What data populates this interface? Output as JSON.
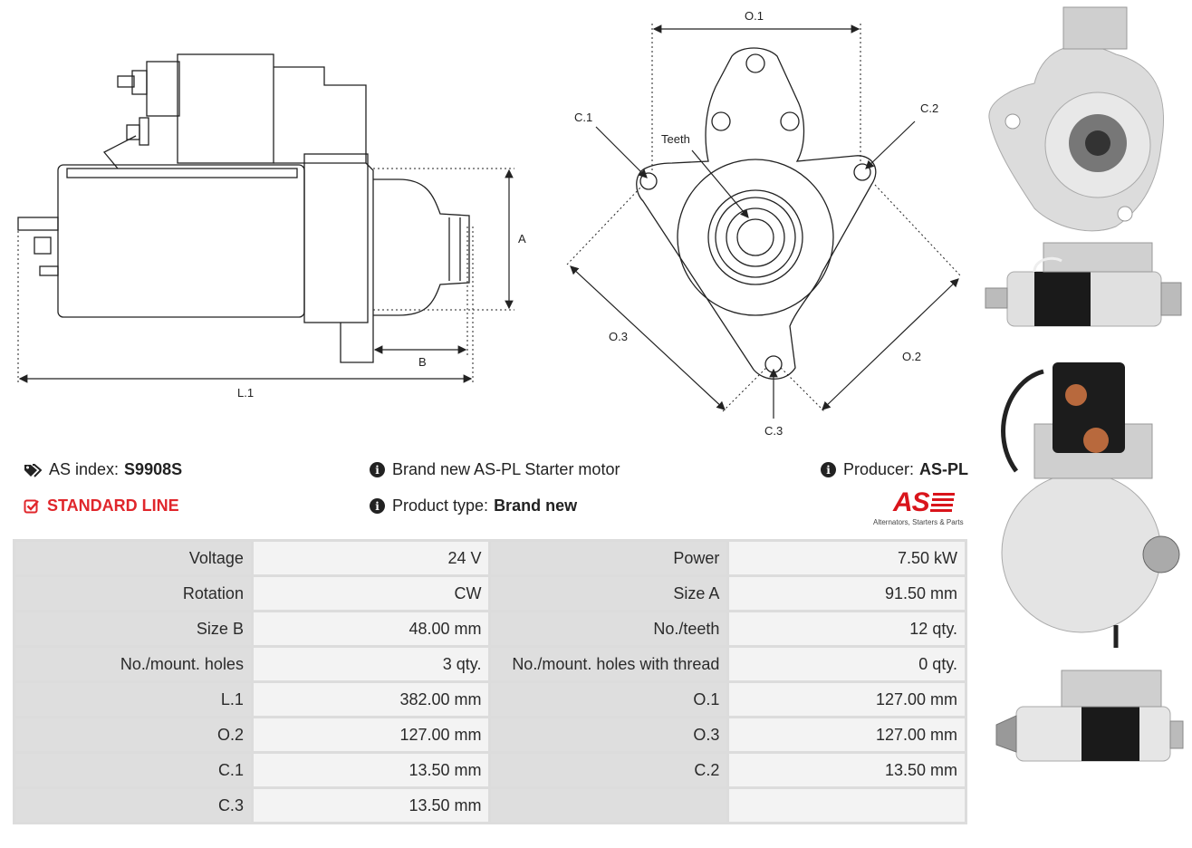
{
  "diagram": {
    "labels": {
      "l1": "L.1",
      "a": "A",
      "b": "B",
      "o1": "O.1",
      "o2": "O.2",
      "o3": "O.3",
      "c1": "C.1",
      "c2": "C.2",
      "c3": "C.3",
      "teeth": "Teeth"
    }
  },
  "info": {
    "as_index_label": "AS index:",
    "as_index_value": "S9908S",
    "description": "Brand new AS-PL Starter motor",
    "producer_label": "Producer:",
    "producer_value": "AS-PL",
    "line": "STANDARD LINE",
    "product_type_label": "Product type:",
    "product_type_value": "Brand new"
  },
  "logo": {
    "mark": "AS",
    "tagline": "Alternators, Starters & Parts"
  },
  "specs": [
    [
      "Voltage",
      "24 V",
      "Power",
      "7.50 kW"
    ],
    [
      "Rotation",
      "CW",
      "Size A",
      "91.50 mm"
    ],
    [
      "Size B",
      "48.00 mm",
      "No./teeth",
      "12 qty."
    ],
    [
      "No./mount. holes",
      "3 qty.",
      "No./mount. holes with thread",
      "0 qty."
    ],
    [
      "L.1",
      "382.00 mm",
      "O.1",
      "127.00 mm"
    ],
    [
      "O.2",
      "127.00 mm",
      "O.3",
      "127.00 mm"
    ],
    [
      "C.1",
      "13.50 mm",
      "C.2",
      "13.50 mm"
    ],
    [
      "C.3",
      "13.50 mm",
      "",
      ""
    ]
  ],
  "colors": {
    "accent_red": "#e0262b",
    "table_border": "#dcdcdc"
  }
}
